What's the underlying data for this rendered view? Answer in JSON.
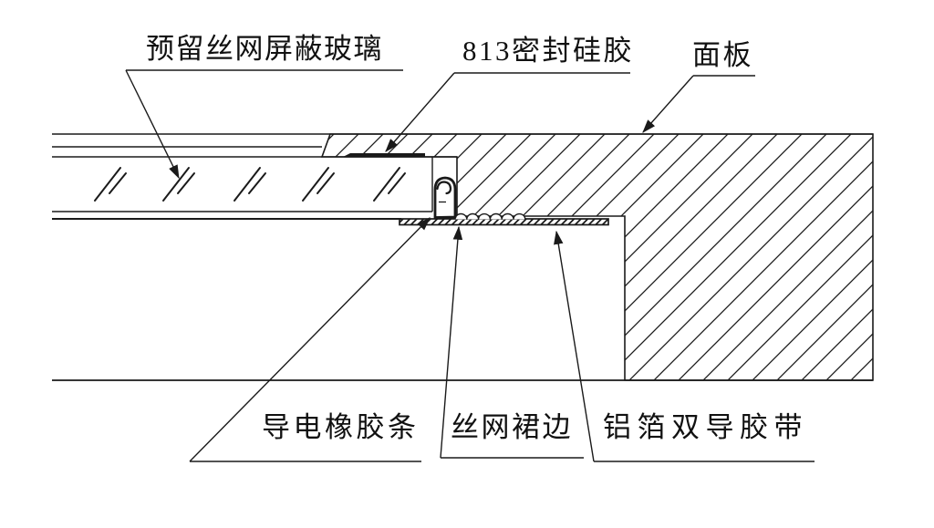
{
  "page": {
    "background_color": "#ffffff",
    "line_color": "#1a1a1a",
    "type": "engineering-cross-section-drawing"
  },
  "annotations": [
    {
      "id": "reserved-mesh-shielding-glass",
      "text": "预留丝网屏蔽玻璃"
    },
    {
      "id": "sealing-silicone-813",
      "text": "813密封硅胶"
    },
    {
      "id": "front-panel",
      "text": "面板"
    },
    {
      "id": "conductive-rubber-strip",
      "text": "导电橡胶条"
    },
    {
      "id": "mesh-skirt",
      "text": "丝网裙边"
    },
    {
      "id": "foil-double-conductive-tape",
      "text": "铝箔双导胶带"
    }
  ]
}
